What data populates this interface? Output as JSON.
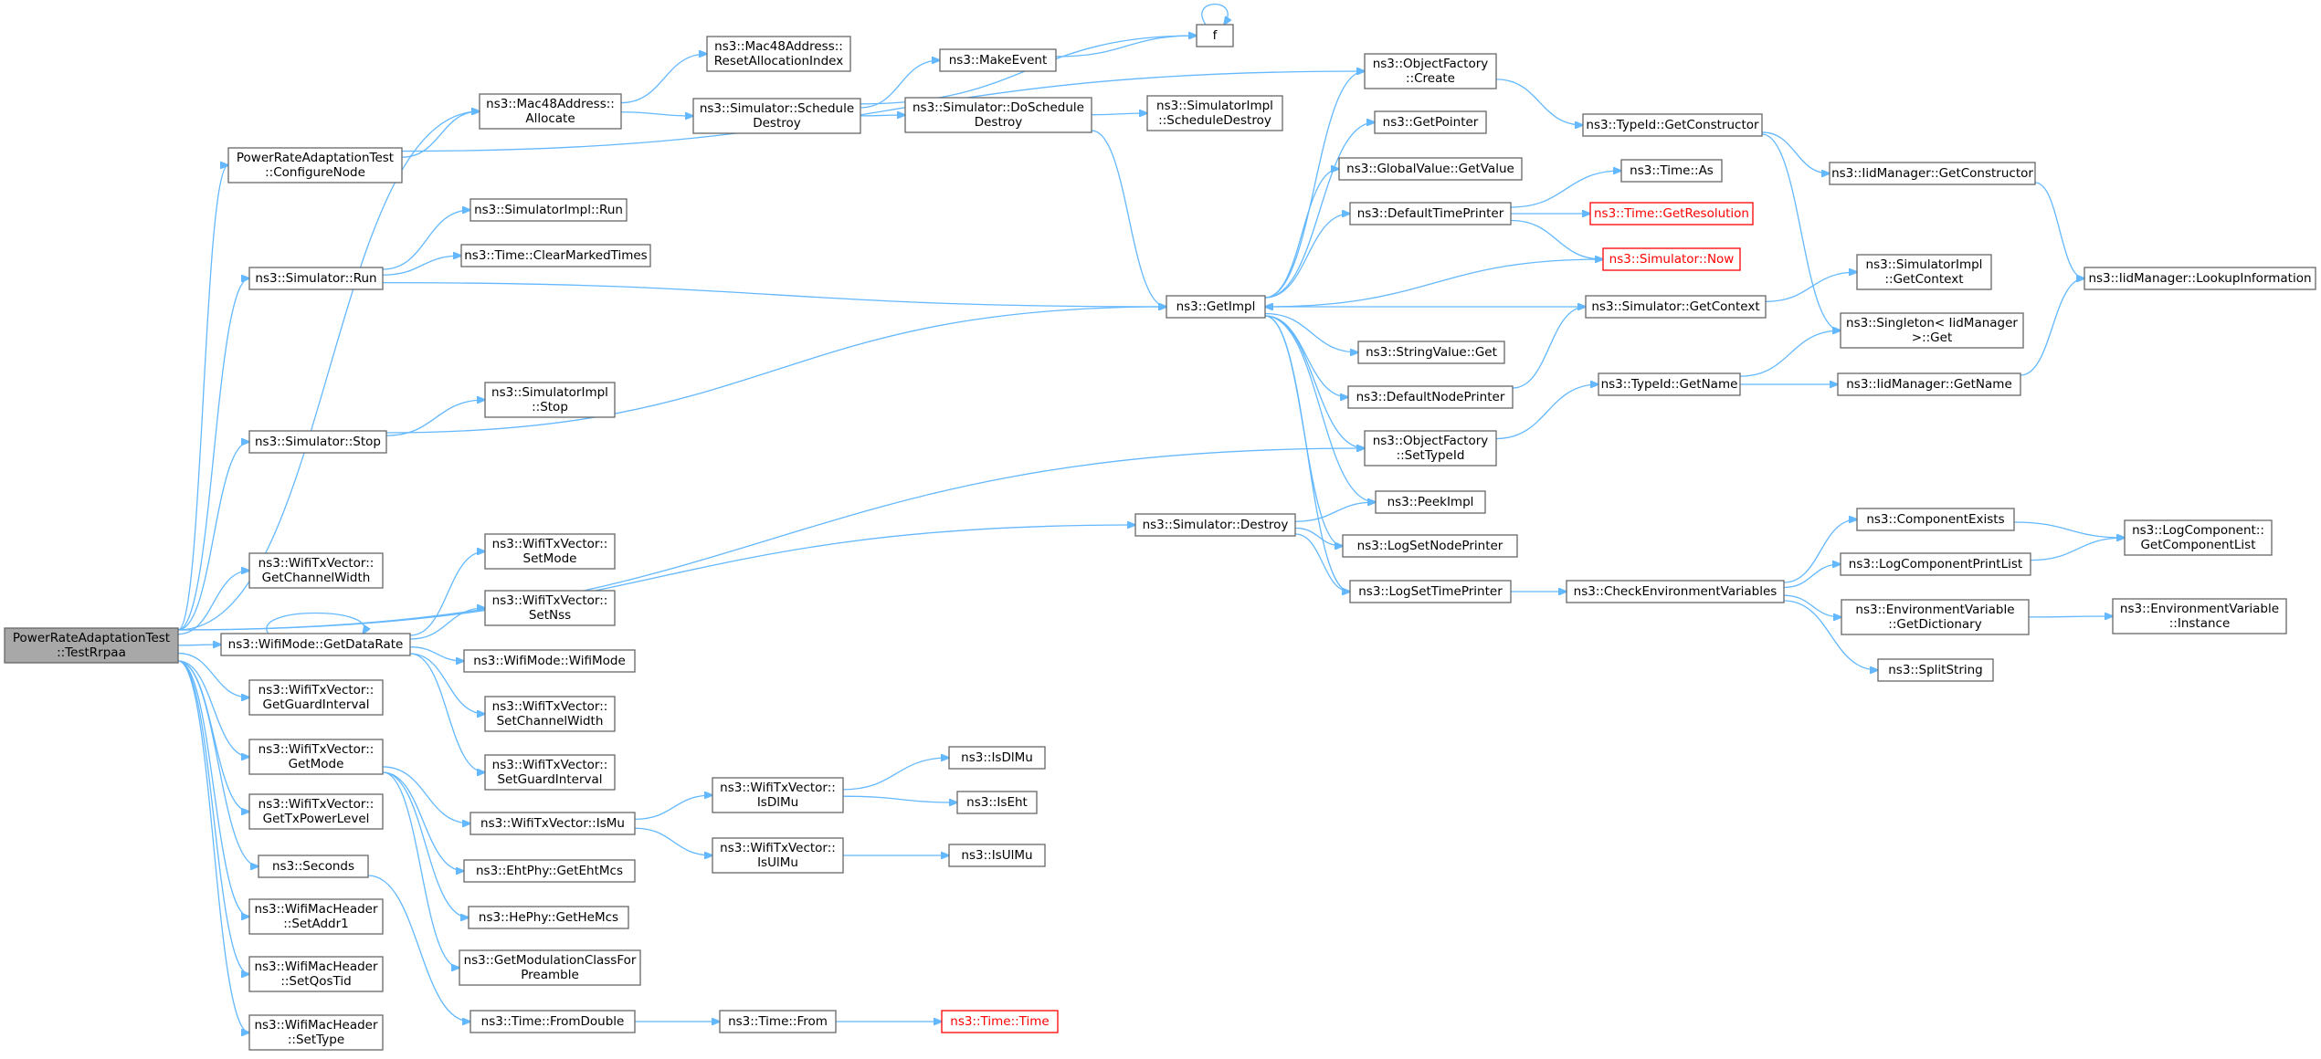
{
  "nodes": [
    {
      "id": "testrpaa",
      "lines": [
        "PowerRateAdaptationTest",
        "::TestRrpaa"
      ],
      "style": "root"
    },
    {
      "id": "configurenode",
      "lines": [
        "PowerRateAdaptationTest",
        "::ConfigureNode"
      ],
      "style": "normal"
    },
    {
      "id": "mac48alloc",
      "lines": [
        "ns3::Mac48Address::",
        "Allocate"
      ],
      "style": "normal"
    },
    {
      "id": "mac48reset",
      "lines": [
        "ns3::Mac48Address::",
        "ResetAllocationIndex"
      ],
      "style": "normal"
    },
    {
      "id": "simschdestroy",
      "lines": [
        "ns3::Simulator::Schedule",
        "Destroy"
      ],
      "style": "normal"
    },
    {
      "id": "makeevent",
      "lines": [
        "ns3::MakeEvent"
      ],
      "style": "normal"
    },
    {
      "id": "f",
      "lines": [
        "f"
      ],
      "style": "normal"
    },
    {
      "id": "simdoschdestroy",
      "lines": [
        "ns3::Simulator::DoSchedule",
        "Destroy"
      ],
      "style": "normal"
    },
    {
      "id": "simimplschdestroy",
      "lines": [
        "ns3::SimulatorImpl",
        "::ScheduleDestroy"
      ],
      "style": "normal"
    },
    {
      "id": "ofcreate",
      "lines": [
        "ns3::ObjectFactory",
        "::Create"
      ],
      "style": "normal"
    },
    {
      "id": "getpointer",
      "lines": [
        "ns3::GetPointer"
      ],
      "style": "normal"
    },
    {
      "id": "globalvalue",
      "lines": [
        "ns3::GlobalValue::GetValue"
      ],
      "style": "normal"
    },
    {
      "id": "deftimeprinter",
      "lines": [
        "ns3::DefaultTimePrinter"
      ],
      "style": "normal"
    },
    {
      "id": "timeas",
      "lines": [
        "ns3::Time::As"
      ],
      "style": "normal"
    },
    {
      "id": "timegetres",
      "lines": [
        "ns3::Time::GetResolution"
      ],
      "style": "red"
    },
    {
      "id": "simnow",
      "lines": [
        "ns3::Simulator::Now"
      ],
      "style": "red"
    },
    {
      "id": "typeidgetctor",
      "lines": [
        "ns3::TypeId::GetConstructor"
      ],
      "style": "normal"
    },
    {
      "id": "iidmgrgetctor",
      "lines": [
        "ns3::IidManager::GetConstructor"
      ],
      "style": "normal"
    },
    {
      "id": "iidmgrlookup",
      "lines": [
        "ns3::IidManager::LookupInformation"
      ],
      "style": "normal"
    },
    {
      "id": "simimplrun",
      "lines": [
        "ns3::SimulatorImpl::Run"
      ],
      "style": "normal"
    },
    {
      "id": "simrun",
      "lines": [
        "ns3::Simulator::Run"
      ],
      "style": "normal"
    },
    {
      "id": "timeclearmarked",
      "lines": [
        "ns3::Time::ClearMarkedTimes"
      ],
      "style": "normal"
    },
    {
      "id": "getimpl",
      "lines": [
        "ns3::GetImpl"
      ],
      "style": "normal"
    },
    {
      "id": "simgetcontext",
      "lines": [
        "ns3::Simulator::GetContext"
      ],
      "style": "normal"
    },
    {
      "id": "simimplgetcontext",
      "lines": [
        "ns3::SimulatorImpl",
        "::GetContext"
      ],
      "style": "normal"
    },
    {
      "id": "singletonget",
      "lines": [
        "ns3::Singleton< IidManager",
        ">::Get"
      ],
      "style": "normal"
    },
    {
      "id": "stringvalueget",
      "lines": [
        "ns3::StringValue::Get"
      ],
      "style": "normal"
    },
    {
      "id": "defnodeprinter",
      "lines": [
        "ns3::DefaultNodePrinter"
      ],
      "style": "normal"
    },
    {
      "id": "typeidgetname",
      "lines": [
        "ns3::TypeId::GetName"
      ],
      "style": "normal"
    },
    {
      "id": "iidmgrgetname",
      "lines": [
        "ns3::IidManager::GetName"
      ],
      "style": "normal"
    },
    {
      "id": "simstop",
      "lines": [
        "ns3::Simulator::Stop"
      ],
      "style": "normal"
    },
    {
      "id": "simimplstop",
      "lines": [
        "ns3::SimulatorImpl",
        "::Stop"
      ],
      "style": "normal"
    },
    {
      "id": "ofsettypeid",
      "lines": [
        "ns3::ObjectFactory",
        "::SetTypeId"
      ],
      "style": "normal"
    },
    {
      "id": "peekimpl",
      "lines": [
        "ns3::PeekImpl"
      ],
      "style": "normal"
    },
    {
      "id": "simdestroy",
      "lines": [
        "ns3::Simulator::Destroy"
      ],
      "style": "normal"
    },
    {
      "id": "logsetnodeprinter",
      "lines": [
        "ns3::LogSetNodePrinter"
      ],
      "style": "normal"
    },
    {
      "id": "logsettimeprinter",
      "lines": [
        "ns3::LogSetTimePrinter"
      ],
      "style": "normal"
    },
    {
      "id": "checkenv",
      "lines": [
        "ns3::CheckEnvironmentVariables"
      ],
      "style": "normal"
    },
    {
      "id": "compexists",
      "lines": [
        "ns3::ComponentExists"
      ],
      "style": "normal"
    },
    {
      "id": "logcomplist",
      "lines": [
        "ns3::LogComponent::",
        "GetComponentList"
      ],
      "style": "normal"
    },
    {
      "id": "logcompprintlist",
      "lines": [
        "ns3::LogComponentPrintList"
      ],
      "style": "normal"
    },
    {
      "id": "envgetdict",
      "lines": [
        "ns3::EnvironmentVariable",
        "::GetDictionary"
      ],
      "style": "normal"
    },
    {
      "id": "envinstance",
      "lines": [
        "ns3::EnvironmentVariable",
        "::Instance"
      ],
      "style": "normal"
    },
    {
      "id": "splitstring",
      "lines": [
        "ns3::SplitString"
      ],
      "style": "normal"
    },
    {
      "id": "txgetchwidth",
      "lines": [
        "ns3::WifiTxVector::",
        "GetChannelWidth"
      ],
      "style": "normal"
    },
    {
      "id": "wifimodegetdatarate",
      "lines": [
        "ns3::WifiMode::GetDataRate"
      ],
      "style": "normal"
    },
    {
      "id": "txsetmode",
      "lines": [
        "ns3::WifiTxVector::",
        "SetMode"
      ],
      "style": "normal"
    },
    {
      "id": "txsetnss",
      "lines": [
        "ns3::WifiTxVector::",
        "SetNss"
      ],
      "style": "normal"
    },
    {
      "id": "wifimodector",
      "lines": [
        "ns3::WifiMode::WifiMode"
      ],
      "style": "normal"
    },
    {
      "id": "txsetchwidth",
      "lines": [
        "ns3::WifiTxVector::",
        "SetChannelWidth"
      ],
      "style": "normal"
    },
    {
      "id": "txsetgi",
      "lines": [
        "ns3::WifiTxVector::",
        "SetGuardInterval"
      ],
      "style": "normal"
    },
    {
      "id": "txgetgi",
      "lines": [
        "ns3::WifiTxVector::",
        "GetGuardInterval"
      ],
      "style": "normal"
    },
    {
      "id": "txgetmode",
      "lines": [
        "ns3::WifiTxVector::",
        "GetMode"
      ],
      "style": "normal"
    },
    {
      "id": "txismu",
      "lines": [
        "ns3::WifiTxVector::IsMu"
      ],
      "style": "normal"
    },
    {
      "id": "txisdlmu",
      "lines": [
        "ns3::WifiTxVector::",
        "IsDlMu"
      ],
      "style": "normal"
    },
    {
      "id": "isdlmu",
      "lines": [
        "ns3::IsDlMu"
      ],
      "style": "normal"
    },
    {
      "id": "iseht",
      "lines": [
        "ns3::IsEht"
      ],
      "style": "normal"
    },
    {
      "id": "txisulmu",
      "lines": [
        "ns3::WifiTxVector::",
        "IsUlMu"
      ],
      "style": "normal"
    },
    {
      "id": "isulmu",
      "lines": [
        "ns3::IsUlMu"
      ],
      "style": "normal"
    },
    {
      "id": "txgetpower",
      "lines": [
        "ns3::WifiTxVector::",
        "GetTxPowerLevel"
      ],
      "style": "normal"
    },
    {
      "id": "ehtgetmcs",
      "lines": [
        "ns3::EhtPhy::GetEhtMcs"
      ],
      "style": "normal"
    },
    {
      "id": "seconds",
      "lines": [
        "ns3::Seconds"
      ],
      "style": "normal"
    },
    {
      "id": "hegetmcs",
      "lines": [
        "ns3::HePhy::GetHeMcs"
      ],
      "style": "normal"
    },
    {
      "id": "machdrsetaddr1",
      "lines": [
        "ns3::WifiMacHeader",
        "::SetAddr1"
      ],
      "style": "normal"
    },
    {
      "id": "getmodclass",
      "lines": [
        "ns3::GetModulationClassFor",
        "Preamble"
      ],
      "style": "normal"
    },
    {
      "id": "machdrsetqos",
      "lines": [
        "ns3::WifiMacHeader",
        "::SetQosTid"
      ],
      "style": "normal"
    },
    {
      "id": "timefromdouble",
      "lines": [
        "ns3::Time::FromDouble"
      ],
      "style": "normal"
    },
    {
      "id": "timefrom",
      "lines": [
        "ns3::Time::From"
      ],
      "style": "normal"
    },
    {
      "id": "timetime",
      "lines": [
        "ns3::Time::Time"
      ],
      "style": "red"
    },
    {
      "id": "machdrsettype",
      "lines": [
        "ns3::WifiMacHeader",
        "::SetType"
      ],
      "style": "normal"
    }
  ],
  "edges": [
    [
      "testrpaa",
      "configurenode"
    ],
    [
      "testrpaa",
      "mac48alloc"
    ],
    [
      "testrpaa",
      "simrun"
    ],
    [
      "testrpaa",
      "simstop"
    ],
    [
      "testrpaa",
      "ofsettypeid"
    ],
    [
      "testrpaa",
      "simdestroy"
    ],
    [
      "testrpaa",
      "txgetchwidth"
    ],
    [
      "testrpaa",
      "wifimodegetdatarate"
    ],
    [
      "testrpaa",
      "txgetgi"
    ],
    [
      "testrpaa",
      "txgetmode"
    ],
    [
      "testrpaa",
      "txgetpower"
    ],
    [
      "testrpaa",
      "seconds"
    ],
    [
      "testrpaa",
      "machdrsetaddr1"
    ],
    [
      "testrpaa",
      "machdrsetqos"
    ],
    [
      "testrpaa",
      "machdrsettype"
    ],
    [
      "configurenode",
      "mac48alloc"
    ],
    [
      "configurenode",
      "ofcreate"
    ],
    [
      "mac48alloc",
      "mac48reset"
    ],
    [
      "mac48alloc",
      "simschdestroy"
    ],
    [
      "simschdestroy",
      "makeevent"
    ],
    [
      "simschdestroy",
      "f"
    ],
    [
      "simschdestroy",
      "simdoschdestroy"
    ],
    [
      "makeevent",
      "f"
    ],
    [
      "f",
      "f"
    ],
    [
      "simdoschdestroy",
      "simimplschdestroy"
    ],
    [
      "simdoschdestroy",
      "getimpl"
    ],
    [
      "simrun",
      "simimplrun"
    ],
    [
      "simrun",
      "timeclearmarked"
    ],
    [
      "simrun",
      "getimpl"
    ],
    [
      "simstop",
      "simimplstop"
    ],
    [
      "simstop",
      "getimpl"
    ],
    [
      "getimpl",
      "ofcreate"
    ],
    [
      "getimpl",
      "getpointer"
    ],
    [
      "getimpl",
      "globalvalue"
    ],
    [
      "getimpl",
      "deftimeprinter"
    ],
    [
      "getimpl",
      "stringvalueget"
    ],
    [
      "getimpl",
      "defnodeprinter"
    ],
    [
      "getimpl",
      "ofsettypeid"
    ],
    [
      "getimpl",
      "peekimpl"
    ],
    [
      "getimpl",
      "logsetnodeprinter"
    ],
    [
      "getimpl",
      "logsettimeprinter"
    ],
    [
      "deftimeprinter",
      "timeas"
    ],
    [
      "deftimeprinter",
      "timegetres"
    ],
    [
      "deftimeprinter",
      "simnow"
    ],
    [
      "simnow",
      "getimpl"
    ],
    [
      "simgetcontext",
      "getimpl"
    ],
    [
      "simgetcontext",
      "simimplgetcontext"
    ],
    [
      "defnodeprinter",
      "simgetcontext"
    ],
    [
      "ofcreate",
      "typeidgetctor"
    ],
    [
      "typeidgetctor",
      "iidmgrgetctor"
    ],
    [
      "typeidgetctor",
      "singletonget"
    ],
    [
      "iidmgrgetctor",
      "iidmgrlookup"
    ],
    [
      "ofsettypeid",
      "typeidgetname"
    ],
    [
      "typeidgetname",
      "singletonget"
    ],
    [
      "typeidgetname",
      "iidmgrgetname"
    ],
    [
      "iidmgrgetname",
      "iidmgrlookup"
    ],
    [
      "simdestroy",
      "peekimpl"
    ],
    [
      "simdestroy",
      "logsetnodeprinter"
    ],
    [
      "simdestroy",
      "logsettimeprinter"
    ],
    [
      "logsettimeprinter",
      "checkenv"
    ],
    [
      "checkenv",
      "compexists"
    ],
    [
      "checkenv",
      "logcompprintlist"
    ],
    [
      "checkenv",
      "envgetdict"
    ],
    [
      "checkenv",
      "splitstring"
    ],
    [
      "compexists",
      "logcomplist"
    ],
    [
      "logcompprintlist",
      "logcomplist"
    ],
    [
      "envgetdict",
      "envinstance"
    ],
    [
      "wifimodegetdatarate",
      "wifimodegetdatarate"
    ],
    [
      "wifimodegetdatarate",
      "txsetmode"
    ],
    [
      "wifimodegetdatarate",
      "txsetnss"
    ],
    [
      "wifimodegetdatarate",
      "wifimodector"
    ],
    [
      "wifimodegetdatarate",
      "txsetchwidth"
    ],
    [
      "wifimodegetdatarate",
      "txsetgi"
    ],
    [
      "txgetmode",
      "txismu"
    ],
    [
      "txgetmode",
      "ehtgetmcs"
    ],
    [
      "txgetmode",
      "hegetmcs"
    ],
    [
      "txgetmode",
      "getmodclass"
    ],
    [
      "txismu",
      "txisdlmu"
    ],
    [
      "txismu",
      "txisulmu"
    ],
    [
      "txisdlmu",
      "isdlmu"
    ],
    [
      "txisdlmu",
      "iseht"
    ],
    [
      "txisulmu",
      "isulmu"
    ],
    [
      "seconds",
      "timefromdouble"
    ],
    [
      "timefromdouble",
      "timefrom"
    ],
    [
      "timefrom",
      "timetime"
    ]
  ],
  "colors": {
    "edge": "#63b8ff",
    "node_border": "#666666",
    "root_fill": "#a8a8a8",
    "highlight": "#ff0000"
  }
}
